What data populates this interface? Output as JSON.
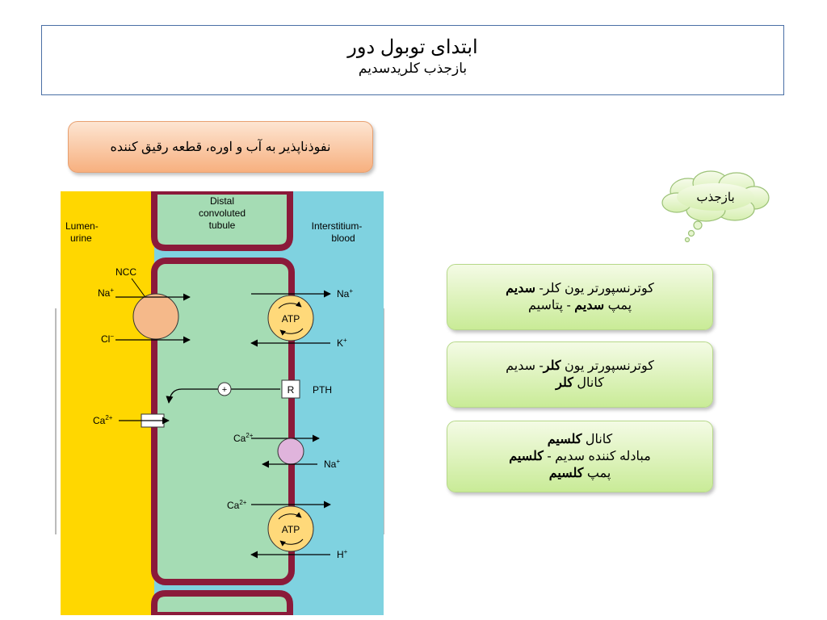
{
  "title": {
    "main": "ابتدای توبول دور",
    "sub": "بازجذب کلریدسدیم"
  },
  "orange_box": {
    "text": "نفوذناپذیر به آب و اوره، قطعه رقیق کننده"
  },
  "cloud": {
    "text": "بازجذب"
  },
  "boxes": [
    {
      "line1_pre": "کوترنسپورتر یون کلر- ",
      "line1_bold": "سدیم",
      "line2_pre": "پمپ ",
      "line2_bold": "سدیم",
      "line2_post": " - پتاسیم"
    },
    {
      "line1_pre": "کوترنسپورتر یون ",
      "line1_bold": "کلر",
      "line1_post": "- سدیم",
      "line2_pre": "کانال ",
      "line2_bold": "کلر"
    },
    {
      "line1_pre": "کانال ",
      "line1_bold": "کلسیم",
      "line2_pre": "مبادله کننده سدیم - ",
      "line2_bold": "کلسیم",
      "line3_pre": "پمپ ",
      "line3_bold": "کلسیم"
    }
  ],
  "diagram": {
    "lumen_label_1": "Lumen-",
    "lumen_label_2": "urine",
    "tubule_label_1": "Distal",
    "tubule_label_2": "convoluted",
    "tubule_label_3": "tubule",
    "interstitium_label_1": "Interstitium-",
    "interstitium_label_2": "blood",
    "ncc": "NCC",
    "na": "Na",
    "na_sup": "+",
    "cl": "Cl",
    "cl_sup": "−",
    "k": "K",
    "k_sup": "+",
    "ca": "Ca",
    "ca_sup": "2+",
    "h": "H",
    "h_sup": "+",
    "atp": "ATP",
    "r": "R",
    "pth": "PTH",
    "plus": "+",
    "colors": {
      "lumen": "#ffd700",
      "cell": "#a5dcb4",
      "interstitium": "#7fd2e0",
      "membrane": "#8b1a3a",
      "ncc": "#f5b98a",
      "exchanger": "#e0b4dc",
      "atp": "#ffd97a"
    }
  }
}
